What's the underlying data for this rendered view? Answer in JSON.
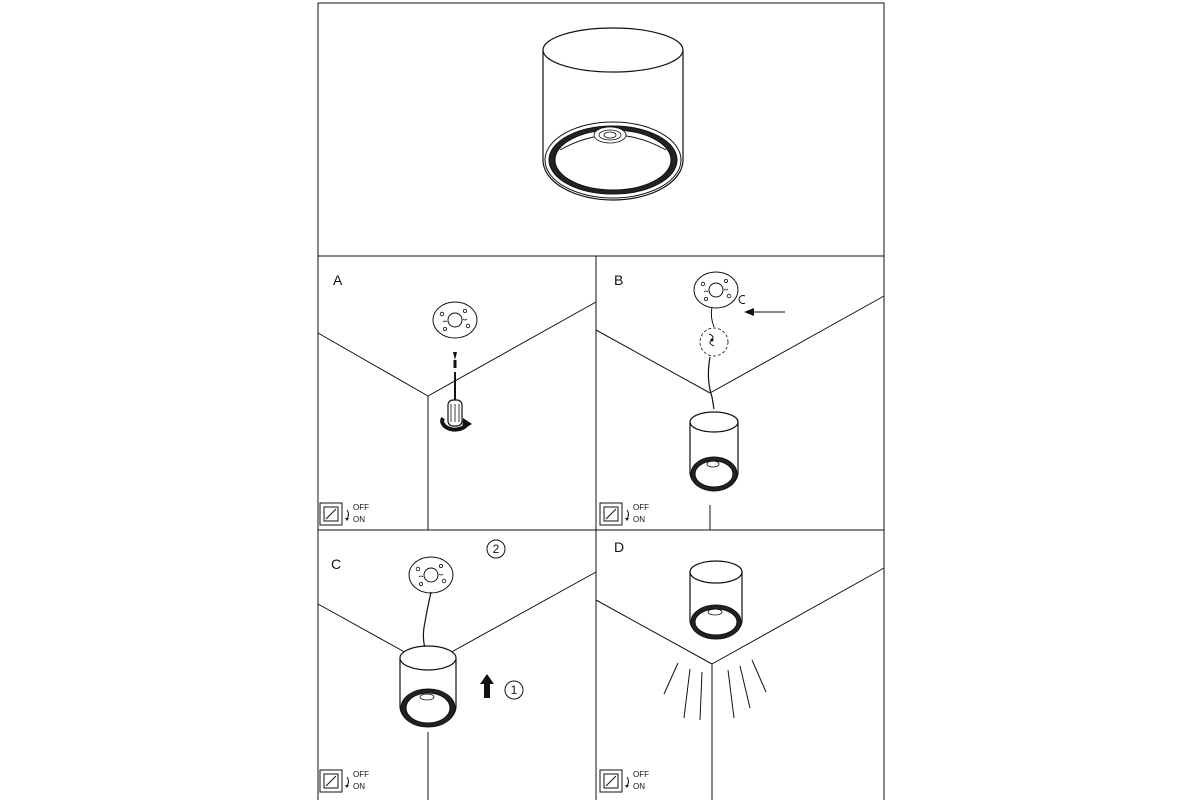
{
  "panels": {
    "a": {
      "letter": "A"
    },
    "b": {
      "letter": "B"
    },
    "c": {
      "letter": "C",
      "step_1": "1",
      "step_2": "2"
    },
    "d": {
      "letter": "D"
    }
  },
  "switch_labels": {
    "off": "OFF",
    "on": "ON"
  },
  "colors": {
    "line": "#111111",
    "background": "#ffffff",
    "fill_dark": "#111111"
  },
  "icons": [
    "ceiling-light-icon",
    "mounting-plate-icon",
    "screwdriver-icon",
    "wall-switch-icon",
    "rotate-arrow-icon",
    "direction-arrow-icon",
    "wire-connector-icon"
  ]
}
